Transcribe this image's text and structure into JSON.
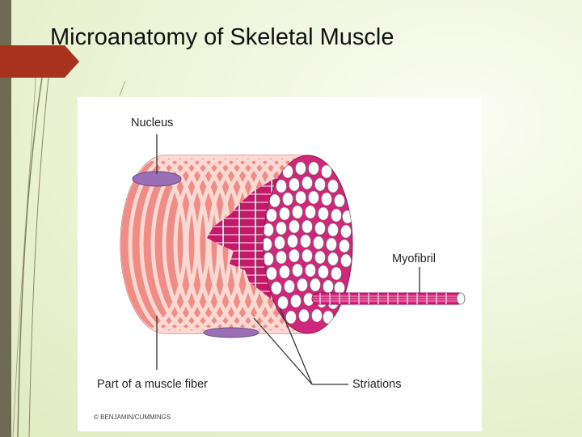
{
  "slide": {
    "title": "Microanatomy of Skeletal Muscle"
  },
  "figure": {
    "labels": {
      "nucleus": "Nucleus",
      "myofibril": "Myofibril",
      "muscle_fiber": "Part of a muscle fiber",
      "striations": "Striations"
    },
    "copyright": "© BENJAMIN/CUMMINGS"
  },
  "colors": {
    "accent": "#a8321e",
    "sidebar": "#6f6a52",
    "fiber_pink": "#f08c86",
    "stripe": "#fbd9d2",
    "myofibril_magenta": "#d8207a",
    "nucleus_purple": "#9a6fb5"
  }
}
